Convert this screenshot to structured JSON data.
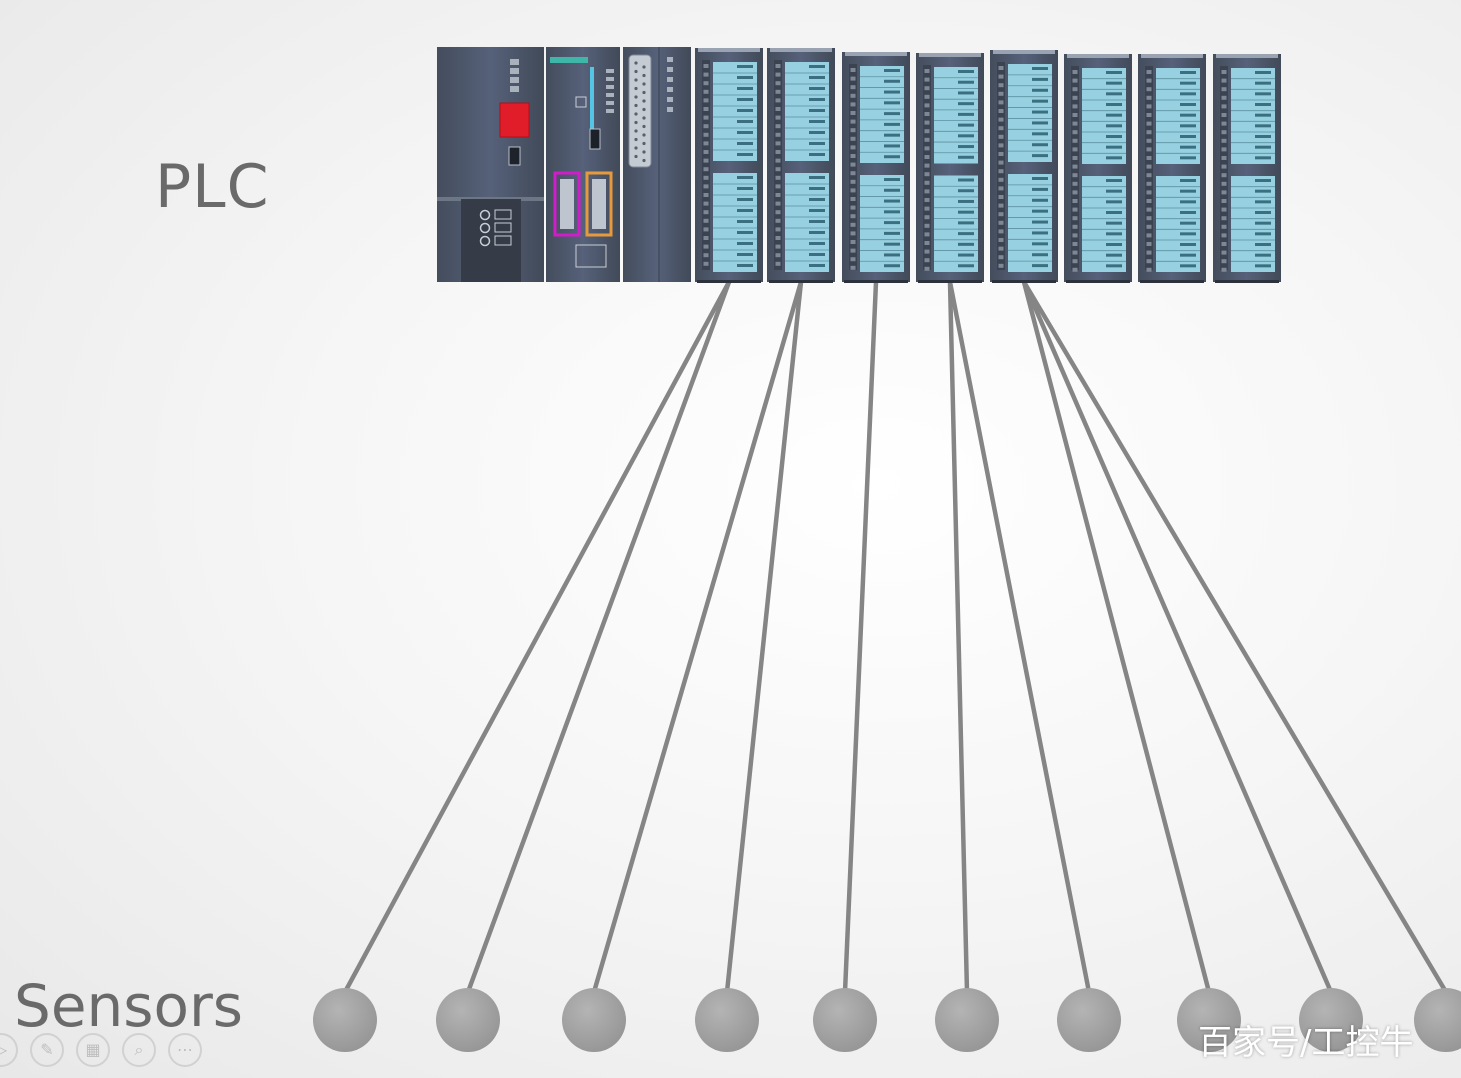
{
  "labels": {
    "plc": "PLC",
    "sensors": "Sensors",
    "watermark": "百家号/工控牛"
  },
  "colors": {
    "module_body": "#4f5a6b",
    "module_panel": "#97d1e1",
    "wire": "#858585",
    "sensor": "#a5a5a5",
    "label": "#6a6a6a",
    "interface_magenta": "#d11cc9",
    "interface_orange": "#e69a3e",
    "run_stop_switch": "#e11d2a"
  },
  "plc_rack": {
    "modules": [
      {
        "kind": "power-supply"
      },
      {
        "kind": "cpu"
      },
      {
        "kind": "communication"
      },
      {
        "kind": "io",
        "index": 1
      },
      {
        "kind": "io",
        "index": 2
      },
      {
        "kind": "io",
        "index": 3
      },
      {
        "kind": "io",
        "index": 4
      },
      {
        "kind": "io",
        "index": 5
      },
      {
        "kind": "io",
        "index": 6
      },
      {
        "kind": "io",
        "index": 7
      },
      {
        "kind": "io",
        "index": 8
      }
    ]
  },
  "sensor_count": 10,
  "connections": [
    {
      "module": 1,
      "sensor": 1
    },
    {
      "module": 1,
      "sensor": 2
    },
    {
      "module": 2,
      "sensor": 3
    },
    {
      "module": 2,
      "sensor": 4
    },
    {
      "module": 3,
      "sensor": 5
    },
    {
      "module": 4,
      "sensor": 6
    },
    {
      "module": 4,
      "sensor": 7
    },
    {
      "module": 5,
      "sensor": 8
    },
    {
      "module": 5,
      "sensor": 9
    },
    {
      "module": 5,
      "sensor": 10
    }
  ],
  "toolbar": [
    {
      "icon": "previous-icon",
      "glyph": "▷"
    },
    {
      "icon": "pen-icon",
      "glyph": "✎"
    },
    {
      "icon": "slides-icon",
      "glyph": "▦"
    },
    {
      "icon": "zoom-icon",
      "glyph": "⌕"
    },
    {
      "icon": "more-icon",
      "glyph": "⋯"
    }
  ]
}
